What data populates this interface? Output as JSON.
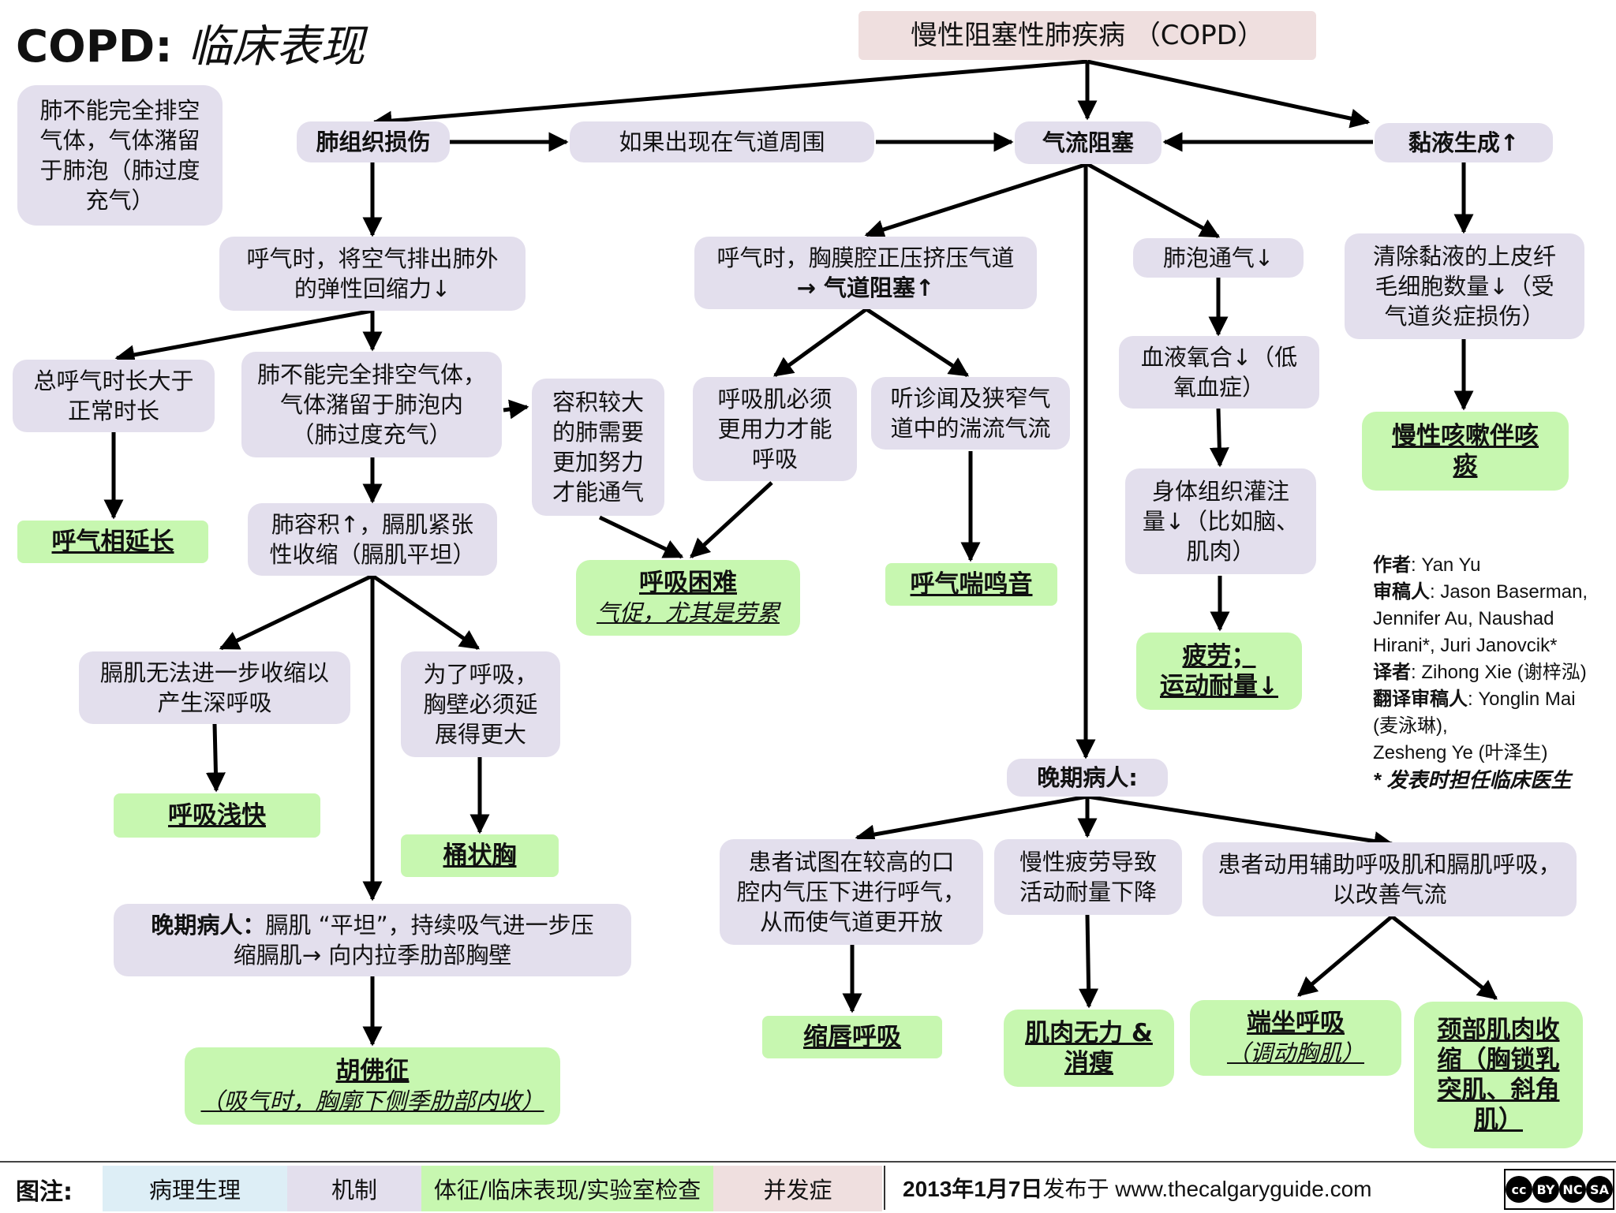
{
  "title": {
    "main": "COPD:",
    "italic": "临床表现"
  },
  "root": {
    "text": "慢性阻塞性肺疾病 （COPD）"
  },
  "nodes": {
    "left_note": [
      "肺不能完全排空",
      "气体，气体潴留",
      "于肺泡（肺过度",
      "充气）"
    ],
    "lung_damage": "肺组织损伤",
    "around_airway": "如果出现在气道周围",
    "airflow_obstruction": "气流阻塞",
    "mucus_production": "黏液生成↑",
    "elastic_recoil": [
      "呼气时，将空气排出肺外",
      "的弹性回缩力↓"
    ],
    "pleural_pressure": [
      "呼气时，胸膜腔正压挤压气道",
      "→ 气道阻塞↑"
    ],
    "alveolar_ventilation": "肺泡通气↓",
    "cilia": [
      "清除黏液的上皮纤",
      "毛细胞数量↓（受",
      "气道炎症损伤）"
    ],
    "longer_expiration": [
      "总呼气时长大于",
      "正常时长"
    ],
    "air_trapping": [
      "肺不能完全排空气体，",
      "气体潴留于肺泡内",
      "（肺过度充气）"
    ],
    "larger_lung": [
      "容积较大",
      "的肺需要",
      "更加努力",
      "才能通气"
    ],
    "muscle_effort": [
      "呼吸肌必须",
      "更用力才能",
      "呼吸"
    ],
    "turbulent_flow": [
      "听诊闻及狭窄气",
      "道中的湍流气流"
    ],
    "oxygenation": [
      "血液氧合↓（低",
      "氧血症）"
    ],
    "perfusion": [
      "身体组织灌注",
      "量↓（比如脑、",
      "肌肉）"
    ],
    "lung_volume": [
      "肺容积↑，膈肌紧张",
      "性收缩（膈肌平坦）"
    ],
    "diaphragm_limit": [
      "膈肌无法进一步收缩以",
      "产生深呼吸"
    ],
    "chest_wall": [
      "为了呼吸，",
      "胸壁必须延",
      "展得更大"
    ],
    "late_left_bold": "晚期病人：",
    "late_left": [
      "膈肌 “平坦”，持续吸气进一步压",
      "缩膈肌→ 向内拉季肋部胸壁"
    ],
    "late_right": "晚期病人:",
    "pursed_mech": [
      "患者试图在较高的口",
      "腔内气压下进行呼气，",
      "从而使气道更开放"
    ],
    "fatigue_mech": [
      "慢性疲劳导致",
      "活动耐量下降"
    ],
    "accessory_mech": [
      "患者动用辅助呼吸肌和膈肌呼吸，",
      "以改善气流"
    ]
  },
  "signs": {
    "prolonged_expiration": "呼气相延长",
    "dyspnea": "呼吸困难",
    "dyspnea_sub": "气促，尤其是劳累",
    "wheeze": "呼气喘鸣音",
    "chronic_cough": [
      "慢性咳嗽伴咳",
      "痰"
    ],
    "fatigue": [
      "疲劳；",
      "运动耐量↓"
    ],
    "rapid_shallow": "呼吸浅快",
    "barrel_chest": "桶状胸",
    "hoover": "胡佛征",
    "hoover_sub": "（吸气时，胸廓下侧季肋部内收）",
    "pursed_lip": "缩唇呼吸",
    "wasting": [
      "肌肉无力 &",
      "消瘦"
    ],
    "tripod": "端坐呼吸",
    "tripod_sub": "（调动胸肌）",
    "neck_muscles": [
      "颈部肌肉收",
      "缩（胸锁乳",
      "突肌、斜角",
      "肌）"
    ]
  },
  "credits": {
    "author_label": "作者",
    "author": ":  Yan Yu",
    "reviewers_label": "审稿人",
    "reviewers_1": ": Jason Baserman,",
    "reviewers_2": "Jennifer Au, Naushad",
    "reviewers_3": "Hirani*, Juri Janovcik*",
    "translator_label": "译者",
    "translator": ": Zihong Xie (谢梓泓)",
    "trans_reviewer_label": "翻译审稿人",
    "trans_reviewer_1": ": Yonglin Mai",
    "trans_reviewer_2": "(麦泳琳),",
    "trans_reviewer_3": "Zesheng Ye (叶泽生)",
    "note": "* 发表时担任临床医生"
  },
  "legend": {
    "label": "图注:",
    "pathophysiology": "病理生理",
    "mechanism": "机制",
    "signs": "体征/临床表现/实验室检查",
    "complications": "并发症",
    "published_bold": "2013年1月7日",
    "published_rest": "发布于 www.thecalgaryguide.com",
    "license": [
      "cc",
      "BY",
      "NC",
      "SA"
    ]
  },
  "colors": {
    "mechanism": "#e3dfed",
    "sign": "#c7f7b0",
    "root": "#efdfdf",
    "legend_patho": "#ddeef6",
    "legend_mech": "#e3dfed",
    "legend_sign": "#c7f7b0",
    "legend_comp": "#efdfdf"
  }
}
